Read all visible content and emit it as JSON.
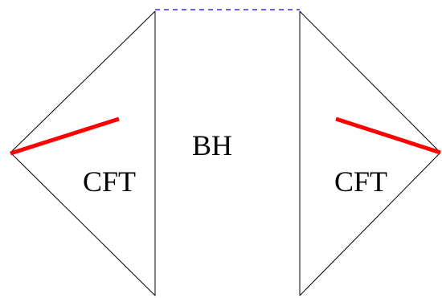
{
  "diagram": {
    "labels": {
      "bh": "BH",
      "cft_left": "CFT",
      "cft_right": "CFT"
    },
    "colors": {
      "line": "#000000",
      "highlight": "#ff0000",
      "horizon_dash": "#0000ff",
      "background": "#ffffff"
    }
  }
}
